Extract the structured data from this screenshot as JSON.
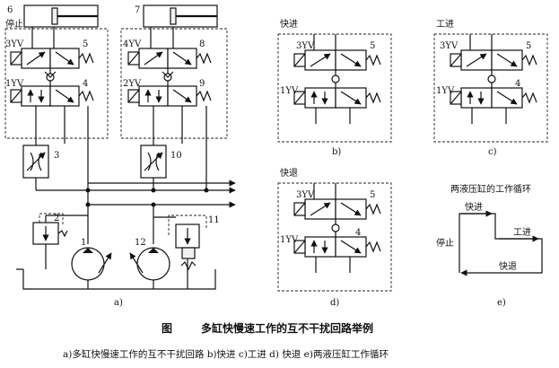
{
  "labels": {
    "n1": "1",
    "n2": "2",
    "n3": "3",
    "n4": "4",
    "n5": "5",
    "n6": "6",
    "n7": "7",
    "n8": "8",
    "n9": "9",
    "n10": "10",
    "n11": "11",
    "n12": "12",
    "stop": "停止",
    "yv3": "3YV",
    "yv1": "1YV",
    "yv4": "4YV",
    "yv2": "2YV",
    "kuaijin": "快进",
    "gongjin": "工进",
    "kuaitui": "快退",
    "cycle_title": "两液压缸的工作循环",
    "sub_a": "a)",
    "sub_b": "b)",
    "sub_c": "c)",
    "sub_d": "d)",
    "sub_e": "e)"
  },
  "caption": {
    "title_prefix": "图",
    "title": "多缸快慢速工作的互不干扰回路举例",
    "parts": "a)多缸快慢速工作的互不干扰回路 b)快进 c)工进 d) 快退 e)两液压缸工作循环"
  }
}
